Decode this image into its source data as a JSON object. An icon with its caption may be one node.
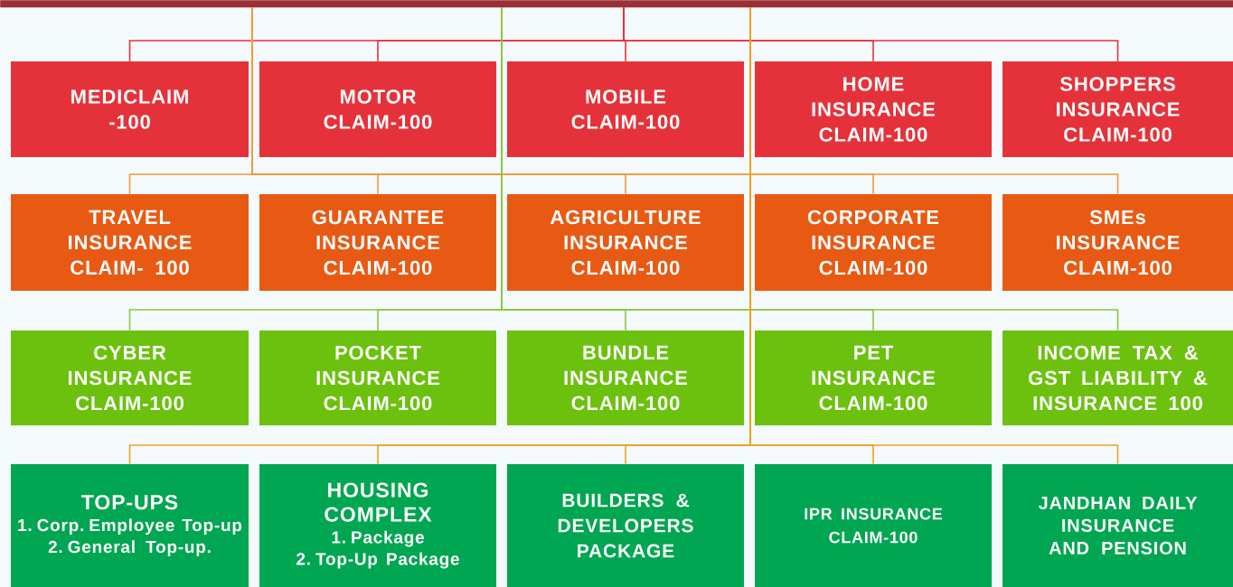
{
  "diagram": {
    "nodes": [
      {
        "text": [],
        "shape": "bar"
      },
      {
        "text": [
          "MEDICLAIM -100"
        ]
      },
      {
        "text": [
          "MOTOR CLAIM-100"
        ]
      },
      {
        "text": [
          "MOBILE CLAIM-100"
        ]
      },
      {
        "text": [
          "HOME INSURANCE CLAIM-100"
        ]
      },
      {
        "text": [
          "SHOPPERS INSURANCE CLAIM-100"
        ]
      },
      {
        "text": [
          "TRAVEL INSURANCE CLAIM- 100"
        ]
      },
      {
        "text": [
          "GUARANTEE INSURANCE CLAIM-100"
        ]
      },
      {
        "text": [
          "AGRICULTURE INSURANCE CLAIM-100"
        ]
      },
      {
        "text": [
          "CORPORATE INSURANCE CLAIM-100"
        ]
      },
      {
        "text": [
          "SMEs INSURANCE CLAIM-100"
        ]
      },
      {
        "text": [
          "CYBER INSURANCE CLAIM-100"
        ]
      },
      {
        "text": [
          "POCKET INSURANCE CLAIM-100"
        ]
      },
      {
        "text": [
          "BUNDLE INSURANCE CLAIM-100"
        ]
      },
      {
        "text": [
          "PET INSURANCE CLAIM-100"
        ]
      },
      {
        "text": [
          "INCOME TAX & GST LIABILITY & INSURANCE 100"
        ]
      },
      {
        "text": [
          "TOP-UPS",
          "1. Corp. Employee Top-up",
          "2. General Top-up."
        ]
      },
      {
        "text": [
          "HOUSING COMPLEX",
          "1. Package",
          "2. Top-Up Package"
        ]
      },
      {
        "text": [
          "BUILDERS & DEVELOPERS PACKAGE"
        ]
      },
      {
        "text": [
          "IPR INSURANCE CLAIM-100"
        ]
      },
      {
        "text": [
          "JANDHAN DAILY INSURANCE AND PENSION"
        ]
      }
    ],
    "edges": [
      {
        "from": 0,
        "to": 1,
        "arrow": "none"
      },
      {
        "from": 0,
        "to": 2,
        "arrow": "none"
      },
      {
        "from": 0,
        "to": 3,
        "arrow": "none"
      },
      {
        "from": 0,
        "to": 4,
        "arrow": "none"
      },
      {
        "from": 0,
        "to": 5,
        "arrow": "none"
      },
      {
        "from": 0,
        "to": 6,
        "arrow": "none",
        "color": "#f09a3e"
      },
      {
        "from": 0,
        "to": 7,
        "arrow": "none",
        "color": "#f09a3e"
      },
      {
        "from": 0,
        "to": 8,
        "arrow": "none",
        "color": "#f09a3e"
      },
      {
        "from": 0,
        "to": 9,
        "arrow": "none",
        "color": "#f09a3e"
      },
      {
        "from": 0,
        "to": 10,
        "arrow": "none",
        "color": "#f09a3e"
      },
      {
        "from": 0,
        "to": 11,
        "arrow": "none",
        "color": "#8cc63f"
      },
      {
        "from": 0,
        "to": 12,
        "arrow": "none",
        "color": "#8cc63f"
      },
      {
        "from": 0,
        "to": 13,
        "arrow": "none",
        "color": "#8cc63f"
      },
      {
        "from": 0,
        "to": 14,
        "arrow": "none",
        "color": "#8cc63f"
      },
      {
        "from": 0,
        "to": 15,
        "arrow": "none",
        "color": "#8cc63f"
      },
      {
        "from": 0,
        "to": 16,
        "arrow": "none",
        "color": "#f0a020"
      },
      {
        "from": 0,
        "to": 17,
        "arrow": "none",
        "color": "#f0a020"
      },
      {
        "from": 0,
        "to": 18,
        "arrow": "none",
        "color": "#f0a020"
      },
      {
        "from": 0,
        "to": 19,
        "arrow": "none",
        "color": "#f0a020"
      },
      {
        "from": 0,
        "to": 20,
        "arrow": "none",
        "color": "#f0a020"
      }
    ]
  }
}
